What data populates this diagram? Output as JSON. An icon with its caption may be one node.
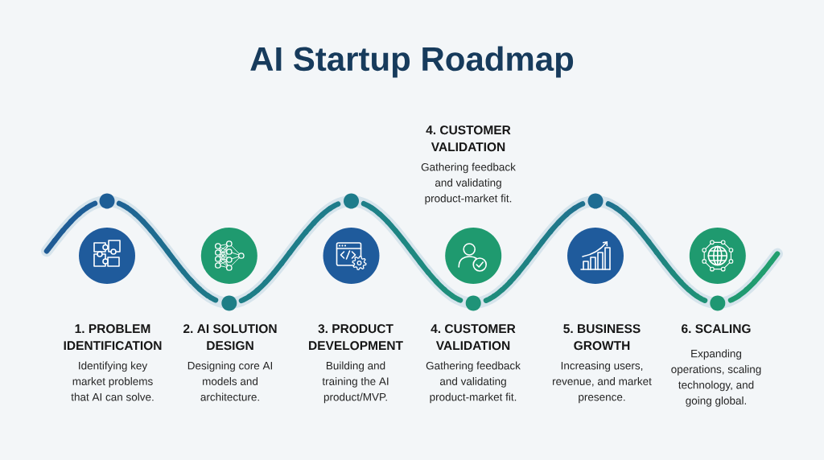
{
  "diagram": {
    "title": "AI Startup Roadmap",
    "nodes": [
      {
        "text": [],
        "shape": "circle",
        "beside": [
          "1. PROBLEM IDENTIFICATION",
          "Identifying key market problems that AI can solve."
        ]
      },
      {
        "text": [],
        "shape": "circle",
        "beside": [
          "2. AI SOLUTION DESIGN",
          "Designing core AI models and architecture."
        ]
      },
      {
        "text": [],
        "shape": "circle",
        "beside": [
          "3. PRODUCT DEVELOPMENT",
          "Building and training the AI product/MVP."
        ]
      },
      {
        "text": [],
        "shape": "circle",
        "beside": [
          "4. CUSTOMER VALIDATION",
          "Gathering feedback and validating product-market fit."
        ]
      },
      {
        "text": [],
        "shape": "circle",
        "beside": [
          "5. BUSINESS GROWTH",
          "Increasing users, revenue, and market presence."
        ]
      },
      {
        "text": [],
        "shape": "circle",
        "beside": [
          "6. SCALING",
          "Expanding operations, scaling technology, and going global."
        ]
      }
    ],
    "labels": [
      "4. CUSTOMER VALIDATION",
      "Gathering feedback and validating product-market fit."
    ]
  }
}
